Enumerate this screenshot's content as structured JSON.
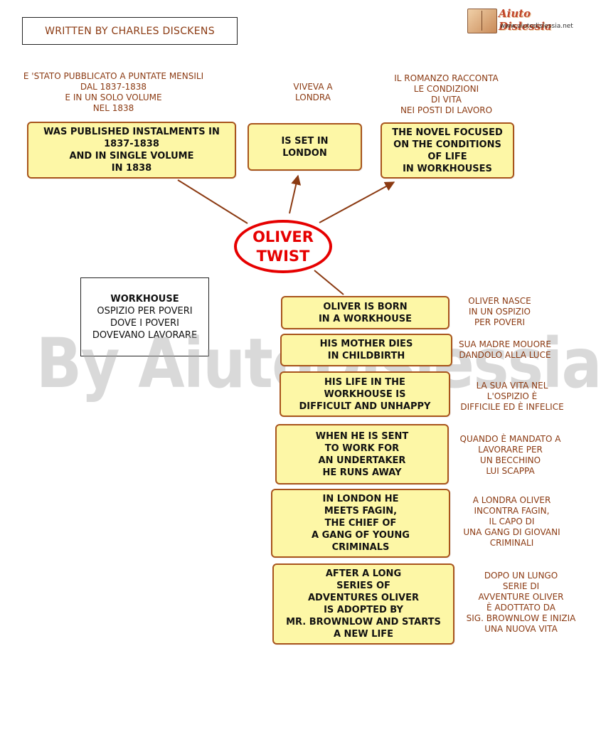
{
  "author": "WRITTEN BY CHARLES DISCKENS",
  "logo": {
    "title": "Aiuto Dislessia",
    "url": "www.aiutodislessia.net"
  },
  "center": "OLIVER\nTWIST",
  "top_boxes": [
    {
      "en": "WAS PUBLISHED INSTALMENTS IN\n1837-1838\nAND IN SINGLE VOLUME\nIN 1838",
      "it": "E 'STATO PUBBLICATO A PUNTATE MENSILI\nDAL  1837-1838\nE IN UN SOLO VOLUME\nNEL 1838"
    },
    {
      "en": "IS SET IN\nLONDON",
      "it": "VIVEVA A\nLONDRA"
    },
    {
      "en": "THE NOVEL FOCUSED\nON THE CONDITIONS\nOF LIFE\nIN WORKHOUSES",
      "it": "IL ROMANZO RACCONTA\nLE CONDIZIONI\nDI VITA\nNEI POSTI DI LAVORO"
    }
  ],
  "definition": {
    "title": "WORKHOUSE",
    "body": "OSPIZIO PER POVERI\nDOVE I POVERI\nDOVEVANO LAVORARE"
  },
  "story": [
    {
      "en": "OLIVER IS BORN\nIN A WORKHOUSE",
      "it": "OLIVER NASCE\nIN UN OSPIZIO\nPER POVERI"
    },
    {
      "en": "HIS MOTHER DIES\nIN CHILDBIRTH",
      "it": "SUA MADRE MOUORE\nDANDOLO ALLA LUCE"
    },
    {
      "en": "HIS LIFE IN THE\nWORKHOUSE IS\nDIFFICULT AND UNHAPPY",
      "it": "LA SUA VITA NEL\nL'OSPIZIO  È\nDIFFICILE ED È INFELICE"
    },
    {
      "en": "WHEN HE IS SENT\nTO WORK FOR\nAN UNDERTAKER\nHE RUNS AWAY",
      "it": "QUANDO È MANDATO A\nLAVORARE PER\nUN BECCHINO\nLUI SCAPPA"
    },
    {
      "en": "IN LONDON HE\nMEETS FAGIN,\nTHE CHIEF OF\nA GANG OF YOUNG\nCRIMINALS",
      "it": "A LONDRA OLIVER\nINCONTRA FAGIN,\nIL CAPO DI\nUNA GANG DI GIOVANI\nCRIMINALI"
    },
    {
      "en": "AFTER A LONG\nSERIES OF\nADVENTURES OLIVER\nIS ADOPTED BY\nMR. BROWNLOW AND STARTS\nA NEW LIFE",
      "it": "DOPO UN LUNGO\nSERIE DI\nAVVENTURE OLIVER\nÈ ADOTTATO DA\nSIG. BROWNLOW E INIZIA\nUNA NUOVA VITA"
    }
  ],
  "watermark": "By AiutoDislessia.net"
}
